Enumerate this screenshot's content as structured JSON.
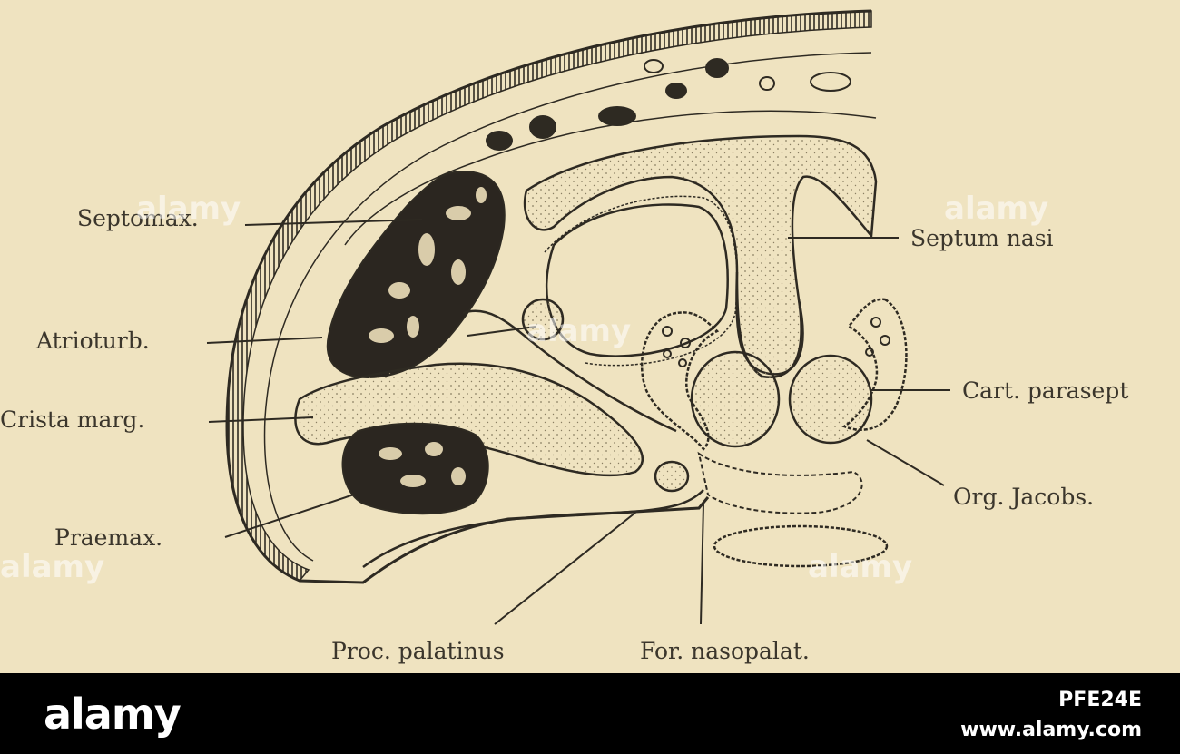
{
  "labels": {
    "septomax": "Septomax.",
    "atrioturb": "Atrioturb.",
    "crista_marg": "Crista marg.",
    "praemax": "Praemax.",
    "septum_nasi": "Septum nasi",
    "cart_parasept": "Cart. parasept",
    "org_jacobs": "Org. Jacobs.",
    "proc_palatinus": "Proc. palatinus",
    "for_nasopalat": "For. nasopalat."
  },
  "footer": {
    "logo": "alamy",
    "image_id": "PFE24E",
    "url": "www.alamy.com"
  },
  "watermark": "alamy",
  "colors": {
    "paper": "#efe3c0",
    "ink": "#2e2a22",
    "footer": "#000000"
  }
}
